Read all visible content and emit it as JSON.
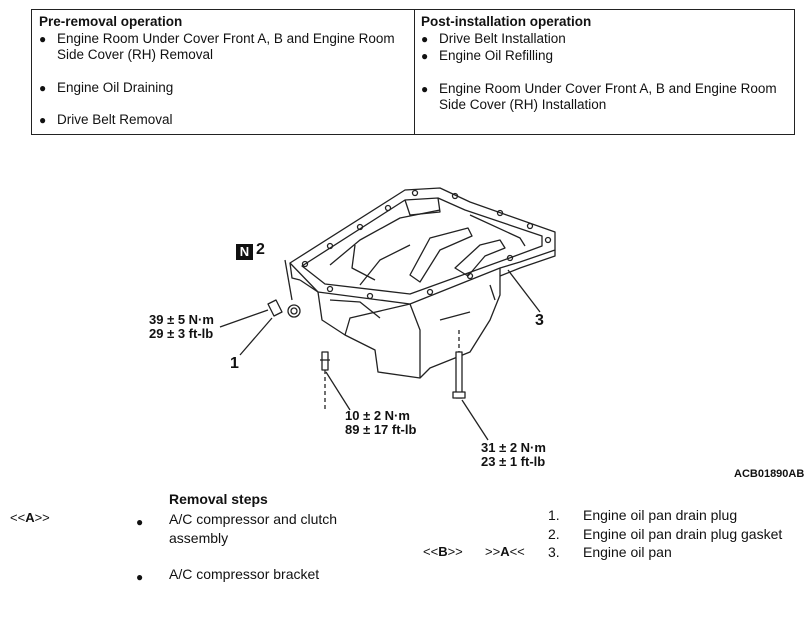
{
  "operations": {
    "pre": {
      "title": "Pre-removal operation",
      "items": [
        "Engine Room Under Cover Front A, B and Engine Room Side Cover (RH) Removal",
        "Engine Oil Draining",
        "Drive Belt Removal"
      ]
    },
    "post": {
      "title": "Post-installation operation",
      "items": [
        "Drive Belt Installation",
        "Engine Oil Refilling",
        "Engine Room Under Cover Front A, B and Engine Room Side Cover (RH) Installation"
      ]
    }
  },
  "figure": {
    "n_badge": "N",
    "callouts": [
      "1",
      "2",
      "3"
    ],
    "torque1": [
      "39 ± 5 N·m",
      "29 ± 3 ft-lb"
    ],
    "torque2": [
      "10 ± 2 N·m",
      "89 ± 17 ft-lb"
    ],
    "torque3": [
      "31 ± 2 N·m",
      "23 ± 1 ft-lb"
    ],
    "reference": "ACB01890AB"
  },
  "removal": {
    "title": "Removal steps",
    "tag_a": "A",
    "tag_b": "B",
    "tag_a2": "A",
    "bullet_steps": [
      "A/C compressor and clutch assembly",
      "A/C compressor bracket"
    ],
    "numbered_steps": [
      {
        "num": "1.",
        "text": "Engine oil pan drain plug"
      },
      {
        "num": "2.",
        "text": "Engine oil pan drain plug gasket"
      },
      {
        "num": "3.",
        "text": "Engine oil pan"
      }
    ]
  }
}
